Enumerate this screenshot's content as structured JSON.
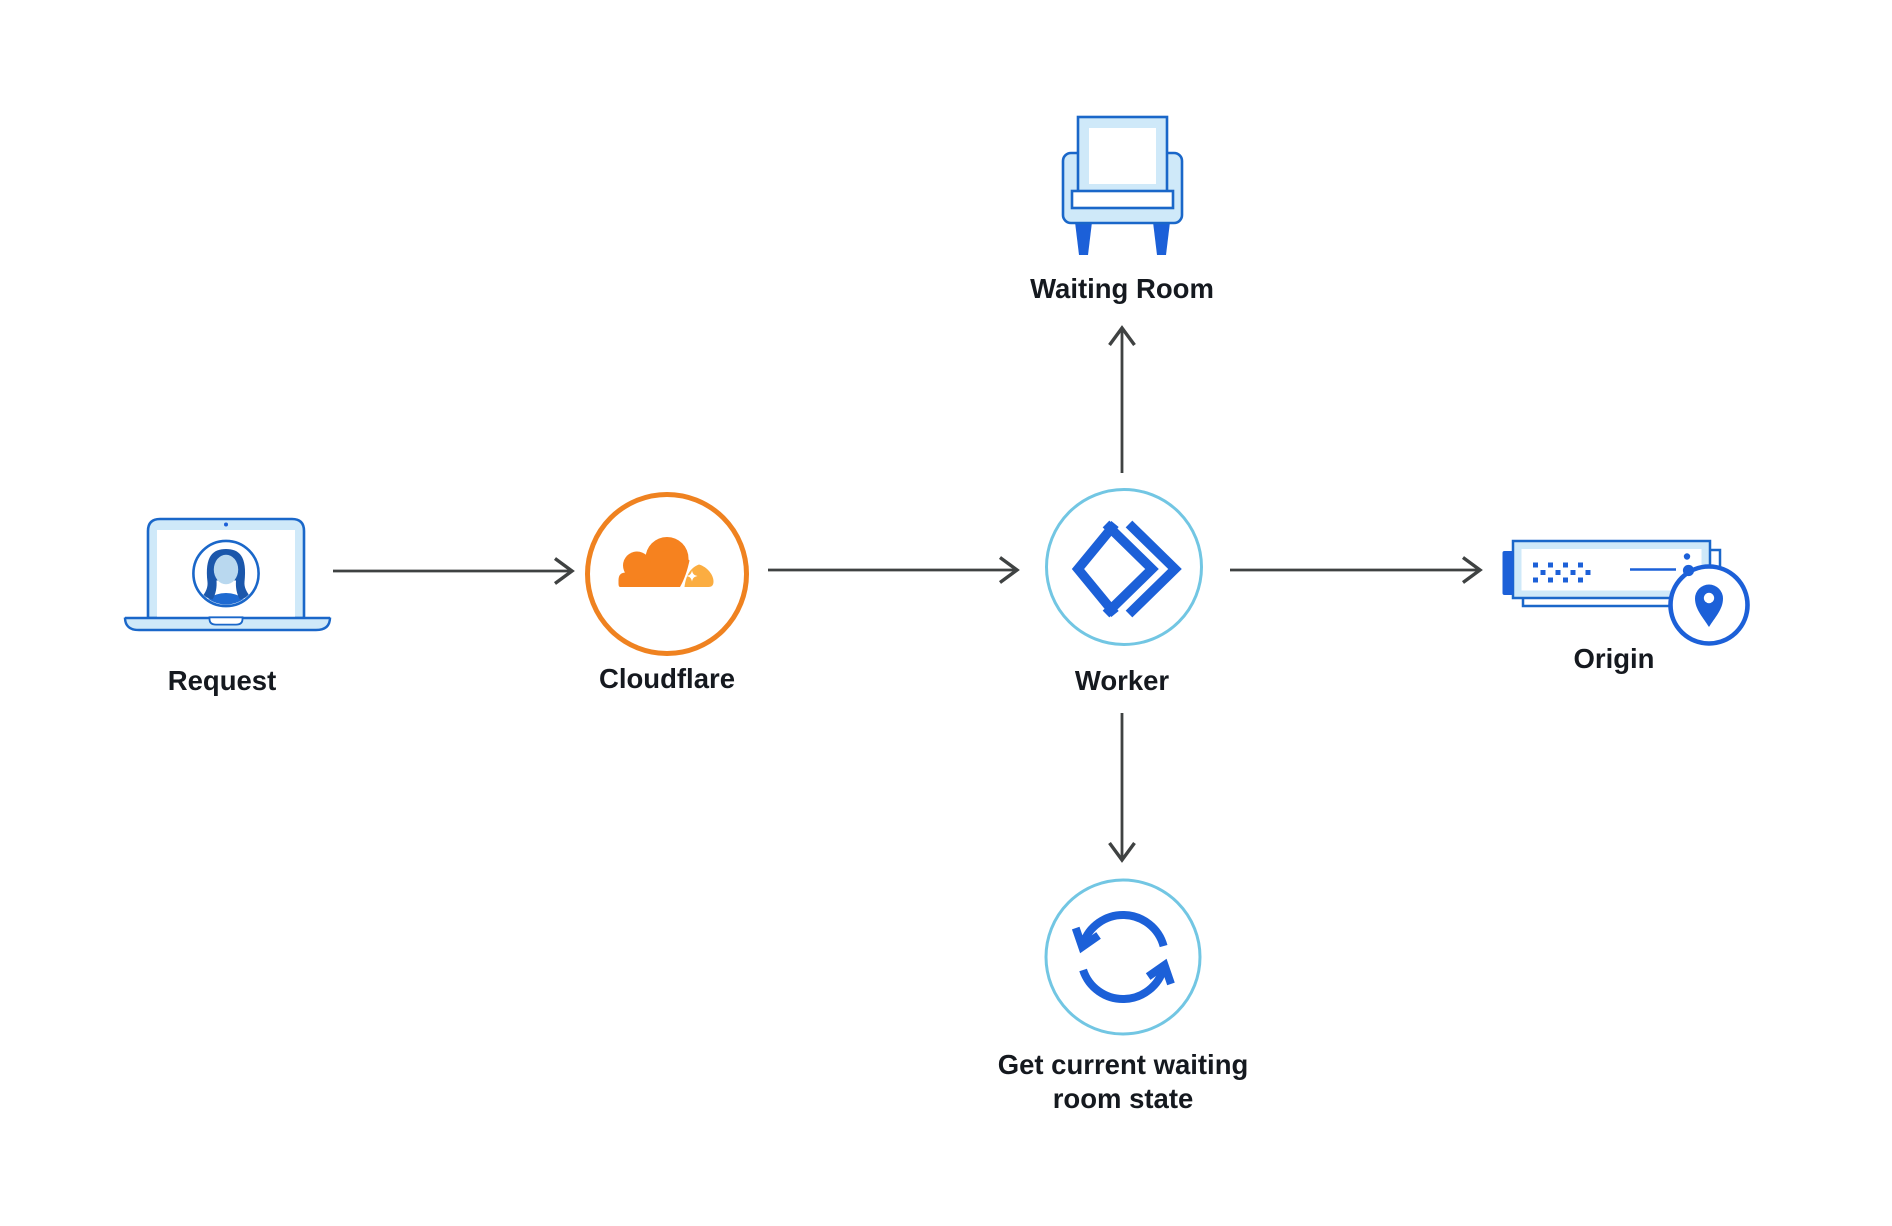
{
  "diagram": {
    "background": "#ffffff",
    "nodes": [
      {
        "id": "request",
        "label": "Request",
        "icon": "laptop-user-icon"
      },
      {
        "id": "cloudflare",
        "label": "Cloudflare",
        "icon": "cloudflare-cloud-icon"
      },
      {
        "id": "worker",
        "label": "Worker",
        "icon": "code-brackets-icon"
      },
      {
        "id": "waiting-room",
        "label": "Waiting Room",
        "icon": "armchair-icon"
      },
      {
        "id": "origin",
        "label": "Origin",
        "icon": "server-location-icon"
      },
      {
        "id": "waiting-room-state",
        "label": "Get current waiting room state",
        "label_line1": "Get current waiting",
        "label_line2": "room state",
        "icon": "sync-arrows-icon"
      }
    ],
    "edges": [
      {
        "from": "request",
        "to": "cloudflare"
      },
      {
        "from": "cloudflare",
        "to": "worker"
      },
      {
        "from": "worker",
        "to": "origin"
      },
      {
        "from": "worker",
        "to": "waiting-room"
      },
      {
        "from": "worker",
        "to": "waiting-room-state"
      }
    ]
  },
  "colors": {
    "arrow": "#3f4242",
    "text": "#15191f",
    "blue-stroke": "#1a67c9",
    "blue-solid": "#1c60d8",
    "blue-hair": "#1b57ab",
    "blue-shirt": "#1e6ad1",
    "blue-face": "#b9d8ef",
    "light-fill": "#cfe9f9",
    "cyan-ring": "#72c6e3",
    "orange-ring": "#ef8220",
    "orange-cloud": "#f6821f",
    "orange-light": "#fbad41",
    "white": "#ffffff"
  }
}
